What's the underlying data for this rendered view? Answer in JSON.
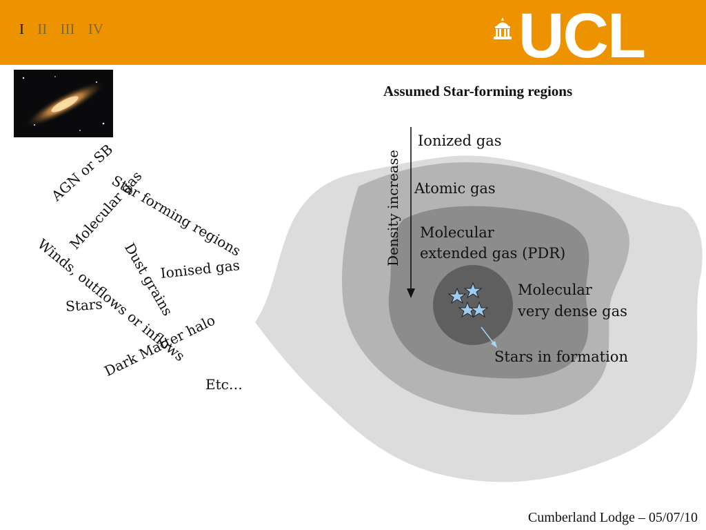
{
  "header": {
    "nav": [
      "I",
      "II",
      "III",
      "IV"
    ],
    "logo_text": "UCL",
    "colors": {
      "bar": "#ee9300",
      "logo": "#ffffff"
    }
  },
  "left_words": {
    "agn": "AGN or SB",
    "star_forming": "Star forming regions",
    "molecular_gas": "Molecular gas",
    "dust": "Dust grains",
    "ionised": "Ionised gas",
    "winds": "Winds, outflows or inflows",
    "stars": "Stars",
    "dark_matter": "Dark Matter halo",
    "etc": "Etc…"
  },
  "diagram": {
    "title": "Assumed Star-forming regions",
    "axis_label": "Density increase",
    "ionized": "Ionized gas",
    "atomic": "Atomic gas",
    "pdr_line1": "Molecular",
    "pdr_line2": "extended gas (PDR)",
    "dense_line1": "Molecular",
    "dense_line2": "very dense gas",
    "stars_formation": "Stars in formation",
    "colors": {
      "outer": "#dcdcdc",
      "mid": "#b4b4b4",
      "inner": "#8c8c8c",
      "core": "#5f5f5f",
      "star": "#9ecbf0"
    }
  },
  "footer": {
    "text": "Cumberland Lodge – 05/07/10"
  }
}
